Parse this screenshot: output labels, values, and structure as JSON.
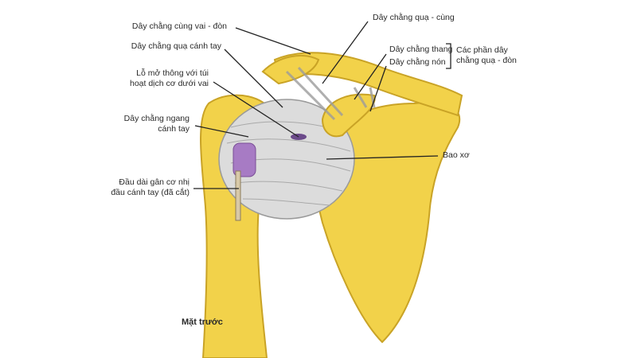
{
  "labels": {
    "acromioclavicular": "Dây chằng cùng vai - đòn",
    "coracohumeral": "Dây chằng quạ cánh tay",
    "bursa_opening_1": "Lỗ mở thông với túi",
    "bursa_opening_2": "hoạt dịch cơ dưới vai",
    "transverse_1": "Dây chằng ngang",
    "transverse_2": "cánh tay",
    "biceps_1": "Đầu dài gân cơ nhị",
    "biceps_2": "đầu cánh tay (đã cắt)",
    "coracoacromial": "Dây chằng quạ - cùng",
    "trapezoid": "Dây chằng thang",
    "conoid": "Dây chằng nón",
    "group_1": "Các phần dây",
    "group_2": "chằng quạ - đòn",
    "capsule": "Bao xơ",
    "view": "Mặt trước"
  },
  "colors": {
    "bone": "#f2d24a",
    "bone_edge": "#c9a326",
    "capsule": "#d9d9d9",
    "tendon": "#a77bc4",
    "line": "#222222"
  }
}
